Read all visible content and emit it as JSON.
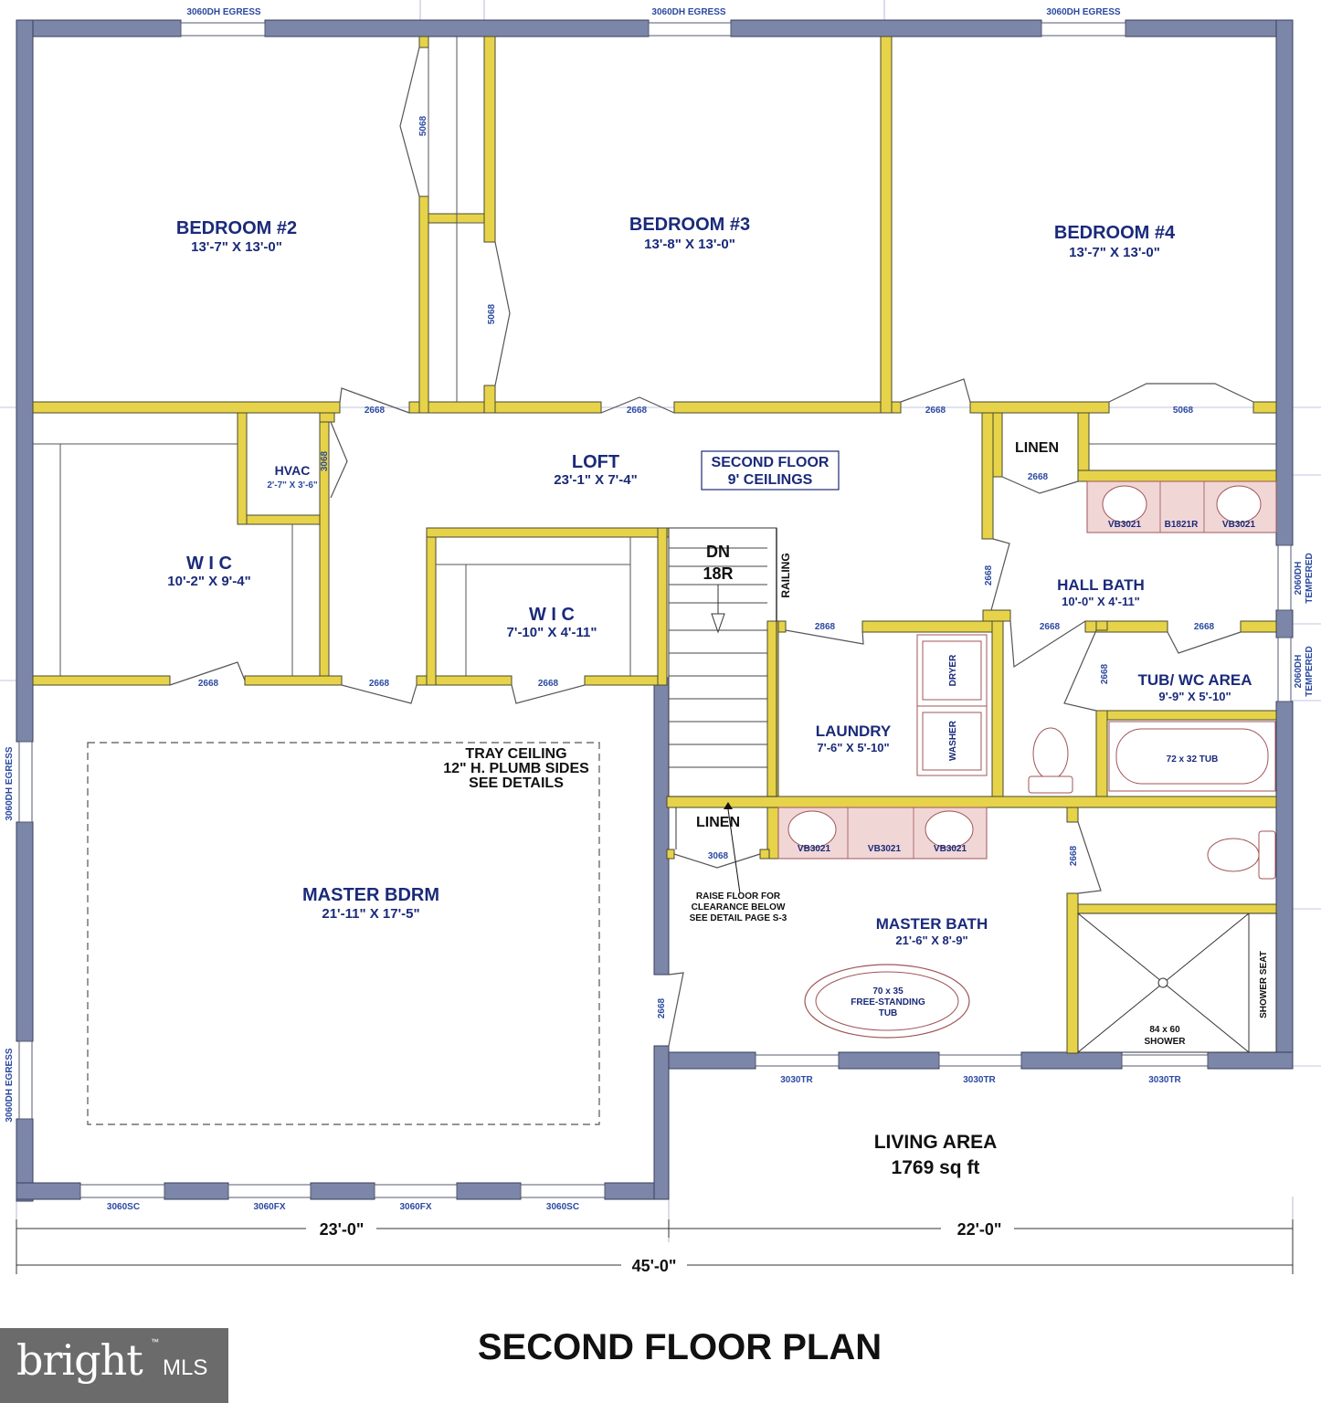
{
  "title": "SECOND FLOOR PLAN",
  "rooms": {
    "bedroom2": {
      "name": "BEDROOM #2",
      "dims": "13'-7\" X 13'-0\""
    },
    "bedroom3": {
      "name": "BEDROOM #3",
      "dims": "13'-8\" X 13'-0\""
    },
    "bedroom4": {
      "name": "BEDROOM #4",
      "dims": "13'-7\" X 13'-0\""
    },
    "loft": {
      "name": "LOFT",
      "dims": "23'-1\" X 7'-4\""
    },
    "hvac": {
      "name": "HVAC",
      "dims": "2'-7\" X 3'-6\""
    },
    "wic_left": {
      "name": "W I C",
      "dims": "10'-2\" X 9'-4\""
    },
    "wic_center": {
      "name": "W I C",
      "dims": "7'-10\" X 4'-11\""
    },
    "linen_top": {
      "name": "LINEN"
    },
    "hall_bath": {
      "name": "HALL BATH",
      "dims": "10'-0\" X 4'-11\""
    },
    "tub_wc": {
      "name": "TUB/ WC AREA",
      "dims": "9'-9\" X 5'-10\""
    },
    "laundry": {
      "name": "LAUNDRY",
      "dims": "7'-6\" X 5'-10\""
    },
    "linen_bottom": {
      "name": "LINEN"
    },
    "master_bdrm": {
      "name": "MASTER BDRM",
      "dims": "21'-11\" X 17'-5\""
    },
    "master_bath": {
      "name": "MASTER BATH",
      "dims": "21'-6\" X 8'-9\""
    }
  },
  "notes": {
    "second_floor": [
      "SECOND FLOOR",
      "9' CEILINGS"
    ],
    "stairs": [
      "DN",
      "18R"
    ],
    "railing": "RAILING",
    "tray_ceiling": [
      "TRAY CEILING",
      "12\" H. PLUMB SIDES",
      "SEE DETAILS"
    ],
    "raise_floor": [
      "RAISE FLOOR FOR",
      "CLEARANCE BELOW",
      "SEE DETAIL PAGE S-3"
    ],
    "living_area": [
      "LIVING AREA",
      "1769 sq ft"
    ]
  },
  "windows": {
    "top1": "3060DH EGRESS",
    "top2": "3060DH EGRESS",
    "top3": "3060DH EGRESS",
    "left1": "3060DH EGRESS",
    "left2": "3060DH EGRESS",
    "right1": [
      "2060DH",
      "TEMPERED"
    ],
    "right2": [
      "2060DH",
      "TEMPERED"
    ],
    "bottom_left": [
      "3060SC",
      "3060FX",
      "3060FX",
      "3060SC"
    ],
    "bottom_right": [
      "3030TR",
      "3030TR",
      "3030TR"
    ]
  },
  "doors": {
    "d5068": "5068",
    "d2668": "2668",
    "d3068": "3068",
    "d2868": "2868"
  },
  "fixtures": {
    "vb": "VB3021",
    "b1821r": "B1821R",
    "dryer": "DRYER",
    "washer": "WASHER",
    "tub72": "72 x 32 TUB",
    "freestanding": [
      "70 x 35",
      "FREE-STANDING",
      "TUB"
    ],
    "shower": [
      "84 x 60",
      "SHOWER"
    ],
    "shower_seat": "SHOWER SEAT"
  },
  "dimensions": {
    "left": "23'-0\"",
    "right": "22'-0\"",
    "total": "45'-0\""
  },
  "logo": {
    "brand": "bright",
    "mls": "MLS",
    "tm": "™"
  },
  "colors": {
    "wall_exterior": "#7b86a8",
    "wall_interior": "#e6d34a",
    "text": "#1a2a7a"
  }
}
